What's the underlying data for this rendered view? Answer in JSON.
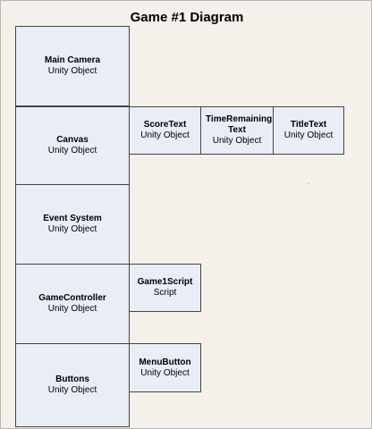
{
  "diagram": {
    "title": "Game #1 Diagram"
  },
  "nodes": {
    "main_camera": {
      "name": "Main Camera",
      "type": "Unity Object"
    },
    "canvas": {
      "name": "Canvas",
      "type": "Unity Object"
    },
    "event_system": {
      "name": "Event System",
      "type": "Unity Object"
    },
    "game_controller": {
      "name": "GameController",
      "type": "Unity Object"
    },
    "buttons": {
      "name": "Buttons",
      "type": "Unity Object"
    },
    "score_text": {
      "name": "ScoreText",
      "type": "Unity Object"
    },
    "time_remaining_text": {
      "name": "TimeRemaining Text",
      "type": "Unity Object"
    },
    "title_text": {
      "name": "TitleText",
      "type": "Unity Object"
    },
    "game1_script": {
      "name": "Game1Script",
      "type": "Script"
    },
    "menu_button": {
      "name": "MenuButton",
      "type": "Unity Object"
    }
  }
}
